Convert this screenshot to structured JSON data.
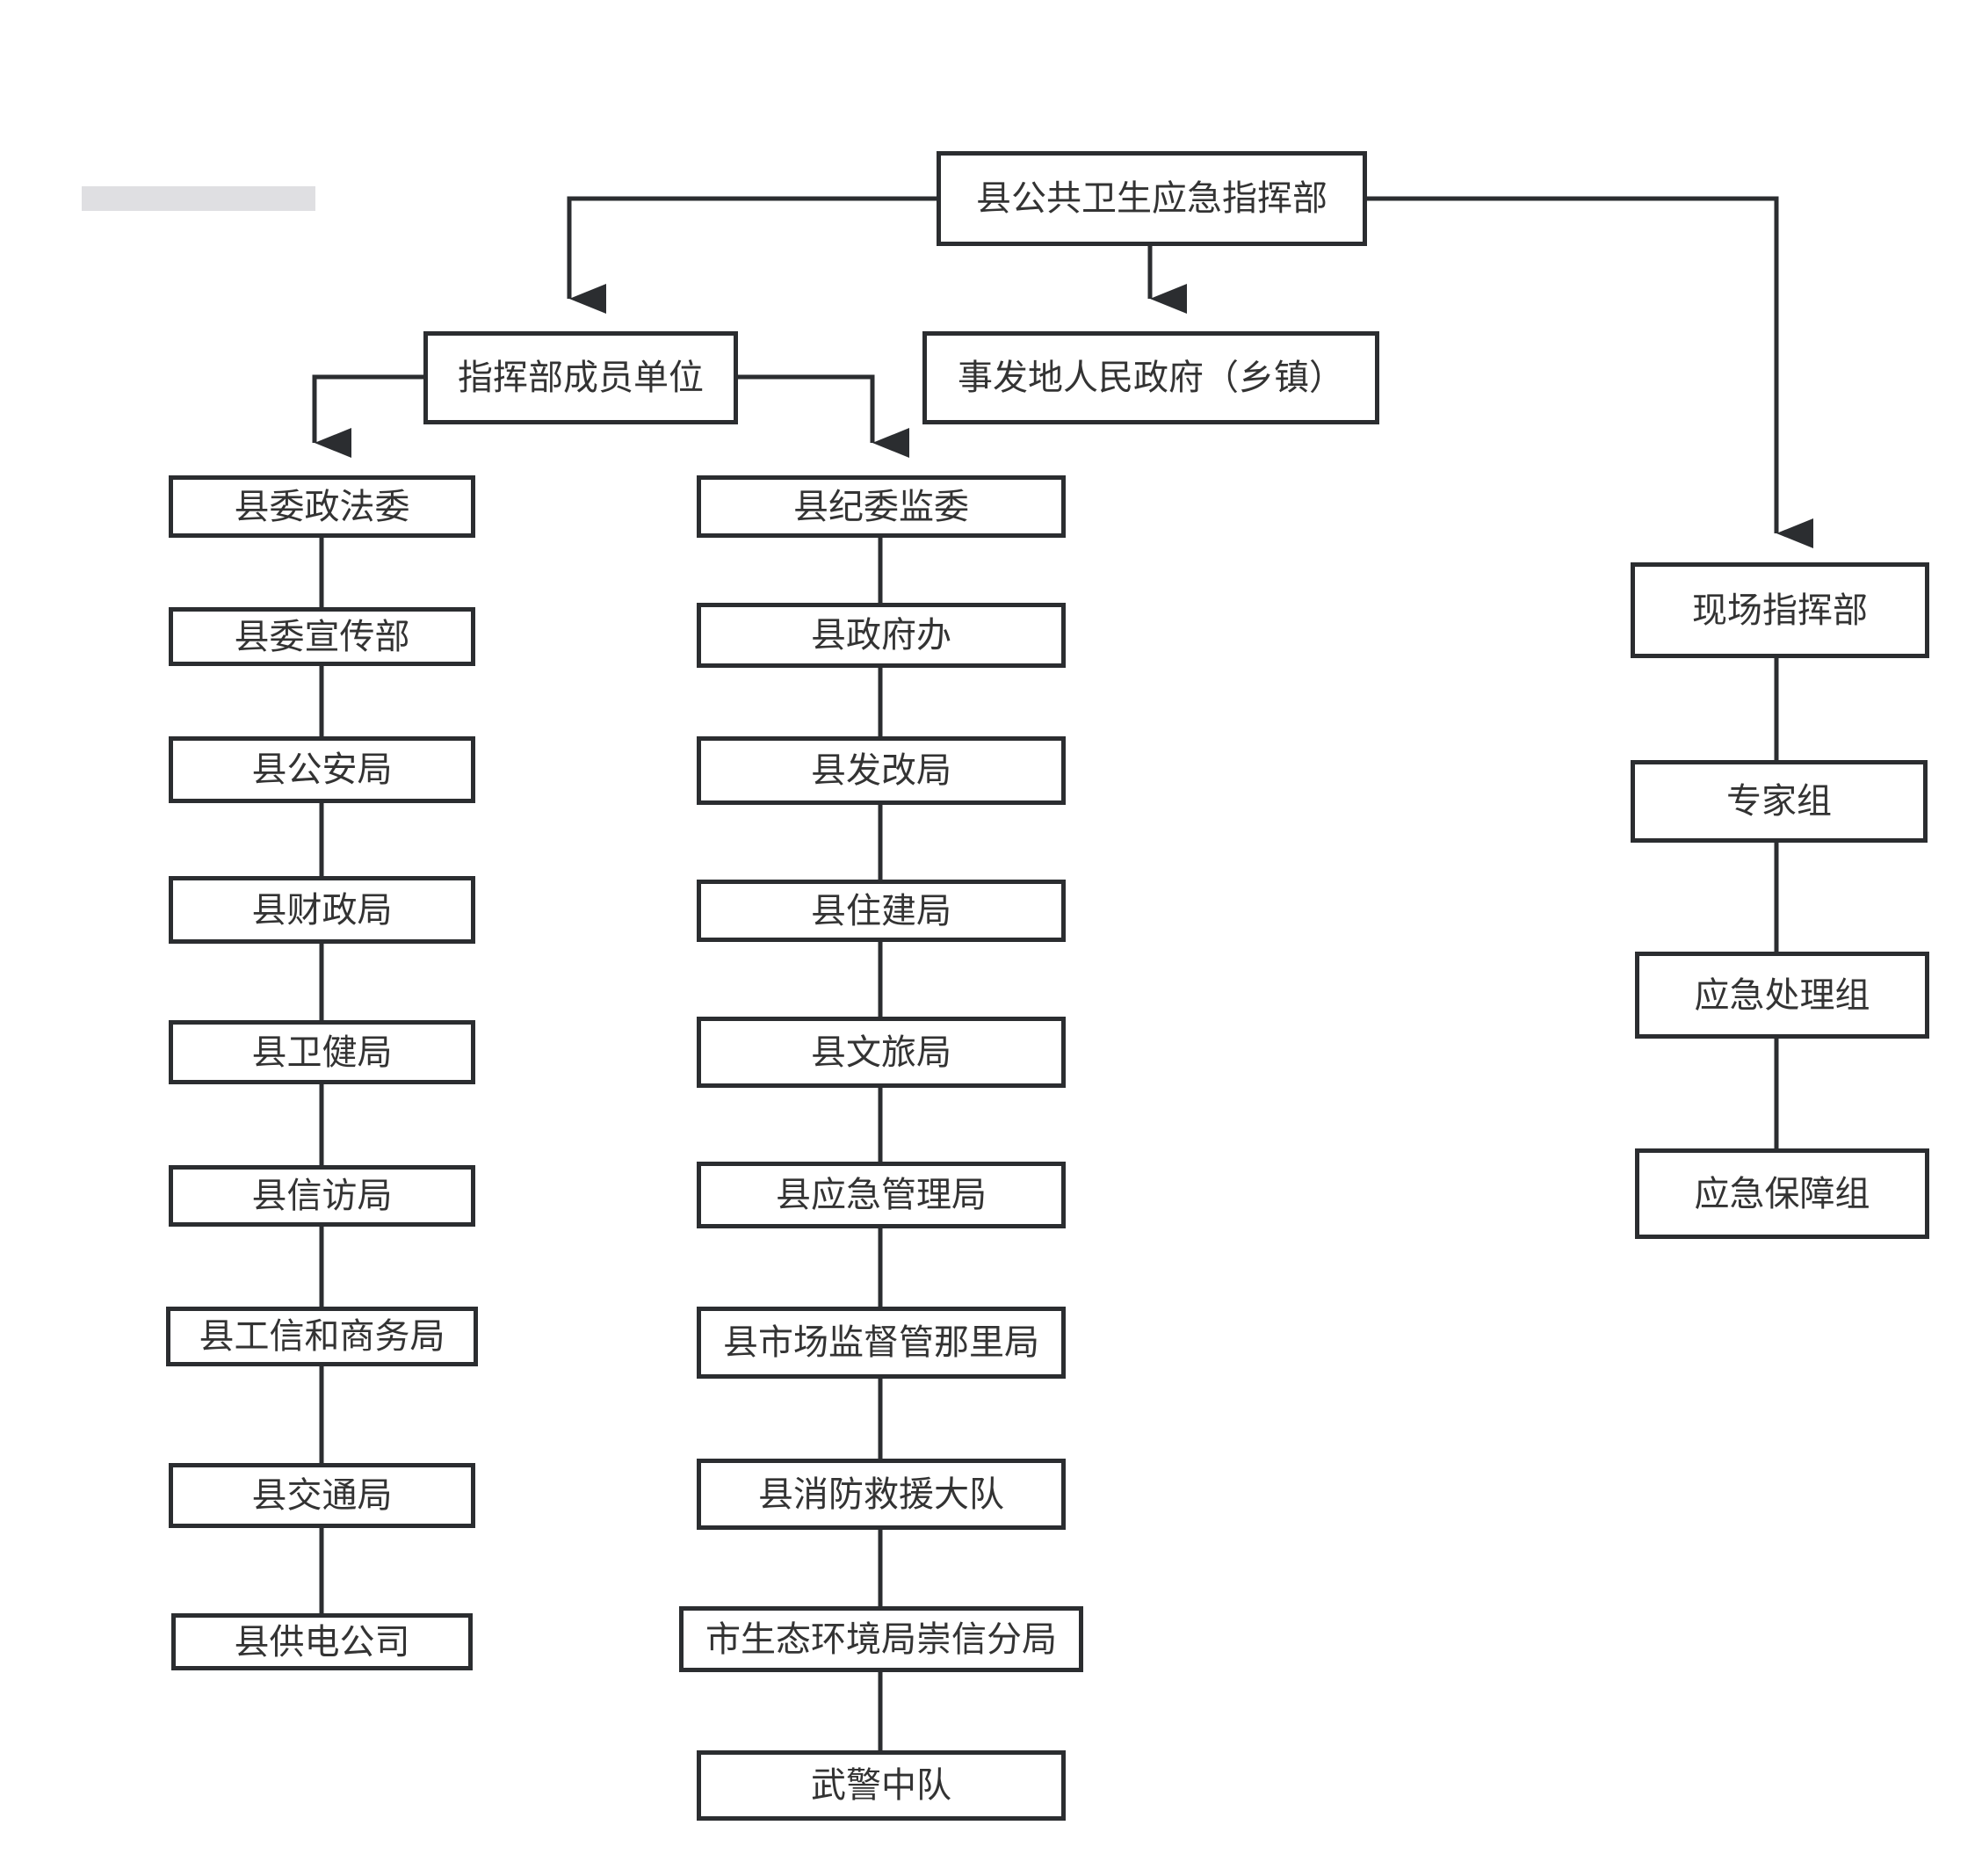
{
  "root": "县公共卫生应急指挥部",
  "branches": {
    "members": "指挥部成员单位",
    "local_government": "事发地人民政府（乡镇）",
    "field_command": "现场指挥部"
  },
  "member_units_left": [
    "县委政法委",
    "县委宣传部",
    "县公安局",
    "县财政局",
    "县卫健局",
    "县信访局",
    "县工信和商务局",
    "县交通局",
    "县供电公司"
  ],
  "member_units_right": [
    "县纪委监委",
    "县政府办",
    "县发改局",
    "县住建局",
    "县文旅局",
    "县应急管理局",
    "县市场监督管那里局",
    "县消防救援大队",
    "市生态环境局崇信分局",
    "武警中队"
  ],
  "field_groups": [
    "专家组",
    "应急处理组",
    "应急保障组"
  ],
  "colors": {
    "stroke": "#2b2d30",
    "text": "#333333",
    "background": "#ffffff",
    "placeholder_bar": "#dfdfe2"
  }
}
